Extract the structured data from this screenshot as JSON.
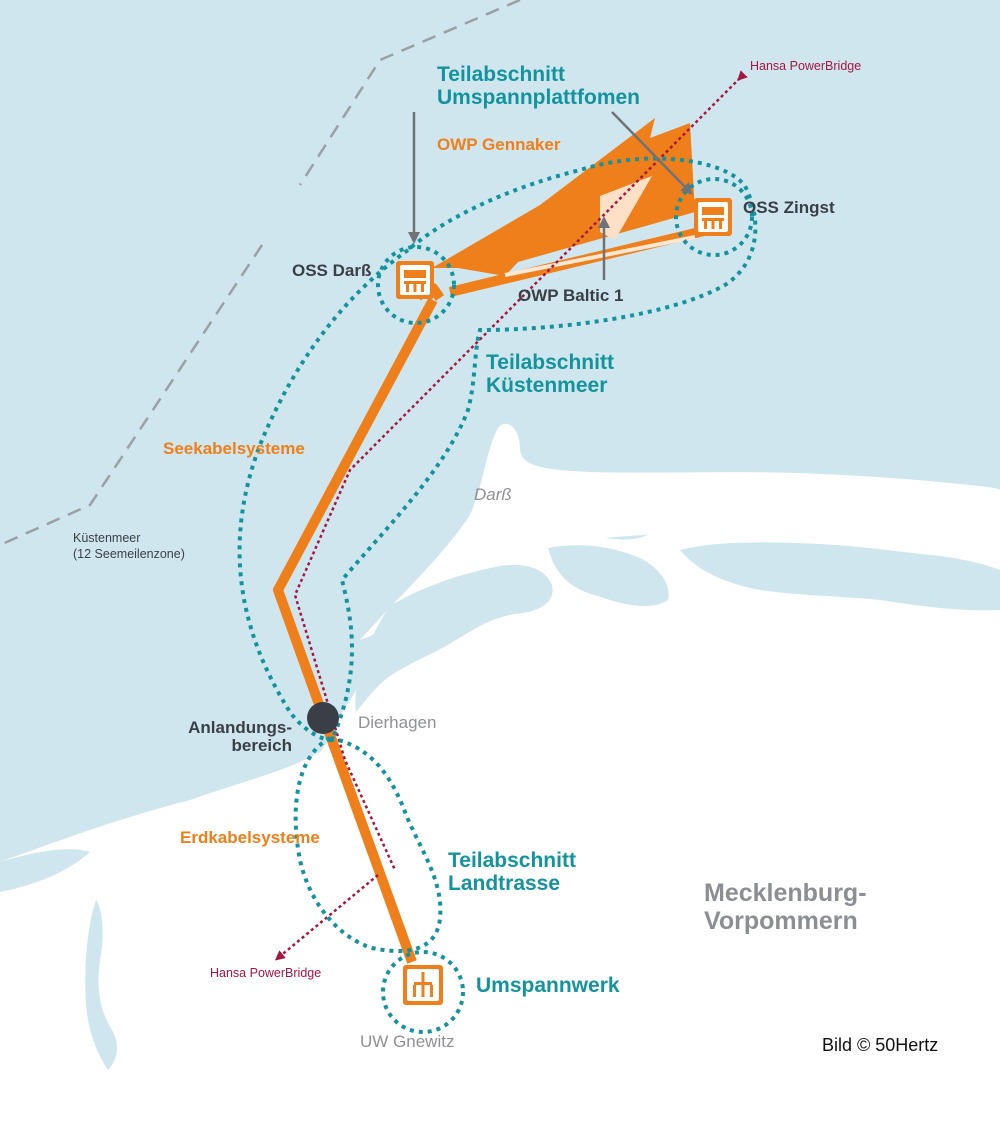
{
  "map": {
    "colors": {
      "sea": "#cfe6ee",
      "land": "#ffffff",
      "cable": "#ee7f1a",
      "windfarm_gennaker": "#ee7f1a",
      "windfarm_baltic1": "#fde0c6",
      "section_outline": "#14939d",
      "hansa_powerbridge": "#a6163f",
      "boundary_line": "#9aa0a6",
      "landing_point": "#3a3f47"
    },
    "labels": {
      "section_platforms": [
        "Teilabschnitt",
        "Umspannplattfomen"
      ],
      "owp_gennaker": "OWP Gennaker",
      "hansa_top": "Hansa PowerBridge",
      "oss_zingst": "OSS Zingst",
      "oss_darss": "OSS Darß",
      "owp_baltic1": "OWP Baltic 1",
      "section_coastal": [
        "Teilabschnitt",
        "Küstenmeer"
      ],
      "seekabel": "Seekabelsysteme",
      "darss_place": "Darß",
      "kuestenmeer": [
        "Küstenmeer",
        "(12 Seemeilenzone)"
      ],
      "anlandung": [
        "Anlandungs-",
        "bereich"
      ],
      "dierhagen": "Dierhagen",
      "erdkabel": "Erdkabelsysteme",
      "section_land": [
        "Teilabschnitt",
        "Landtrasse"
      ],
      "state": [
        "Mecklenburg-",
        "Vorpommern"
      ],
      "hansa_bottom": "Hansa PowerBridge",
      "umspannwerk": "Umspannwerk",
      "uw_gnewitz": "UW Gnewitz",
      "credit": "Bild © 50Hertz"
    },
    "icons": {
      "oss_darss": "offshore-substation-icon",
      "oss_zingst": "offshore-substation-icon",
      "uw_gnewitz": "onshore-substation-icon"
    }
  }
}
